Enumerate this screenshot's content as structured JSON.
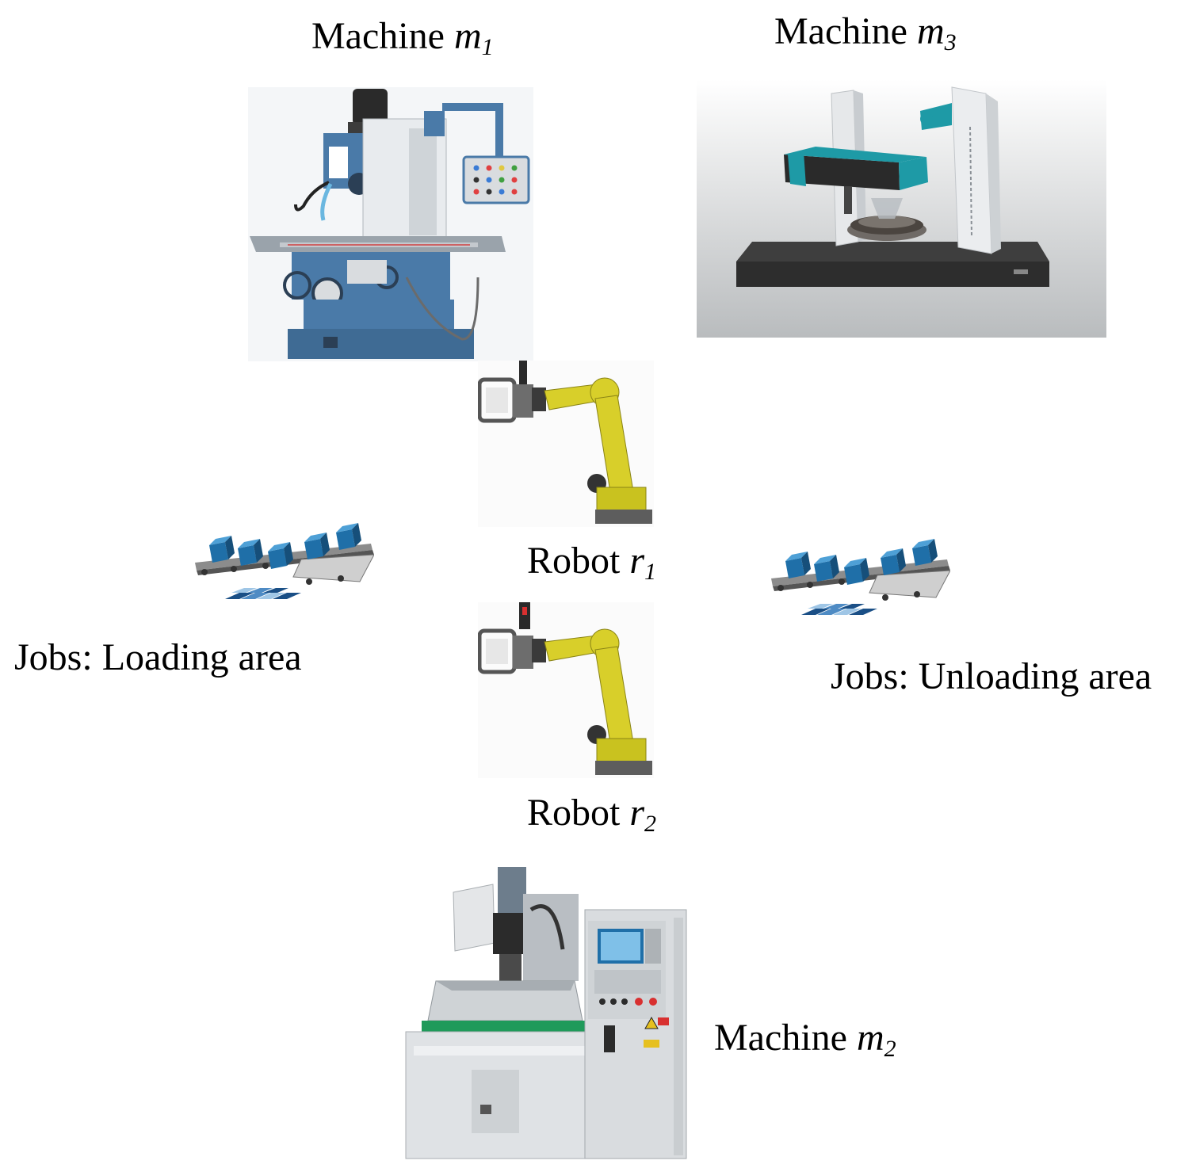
{
  "machines": {
    "m1": {
      "prefix": "Machine ",
      "var": "m",
      "sub": "1"
    },
    "m2": {
      "prefix": "Machine ",
      "var": "m",
      "sub": "2"
    },
    "m3": {
      "prefix": "Machine ",
      "var": "m",
      "sub": "3"
    }
  },
  "robots": {
    "r1": {
      "prefix": "Robot ",
      "var": "r",
      "sub": "1"
    },
    "r2": {
      "prefix": "Robot ",
      "var": "r",
      "sub": "2"
    }
  },
  "areas": {
    "loading": "Jobs: Loading area",
    "unloading": "Jobs: Unloading area"
  },
  "colors": {
    "machine_blue": "#4a7aa8",
    "machine_teal": "#1e9aa6",
    "robot_yellow": "#d8cf2a",
    "job_blue": "#1f6fa8",
    "panel_gray": "#d9dcdf"
  },
  "icons": [
    "milling-machine-image",
    "gantry-machine-image",
    "edm-machine-image",
    "robot-arm-image",
    "conveyor-jobs-image"
  ]
}
